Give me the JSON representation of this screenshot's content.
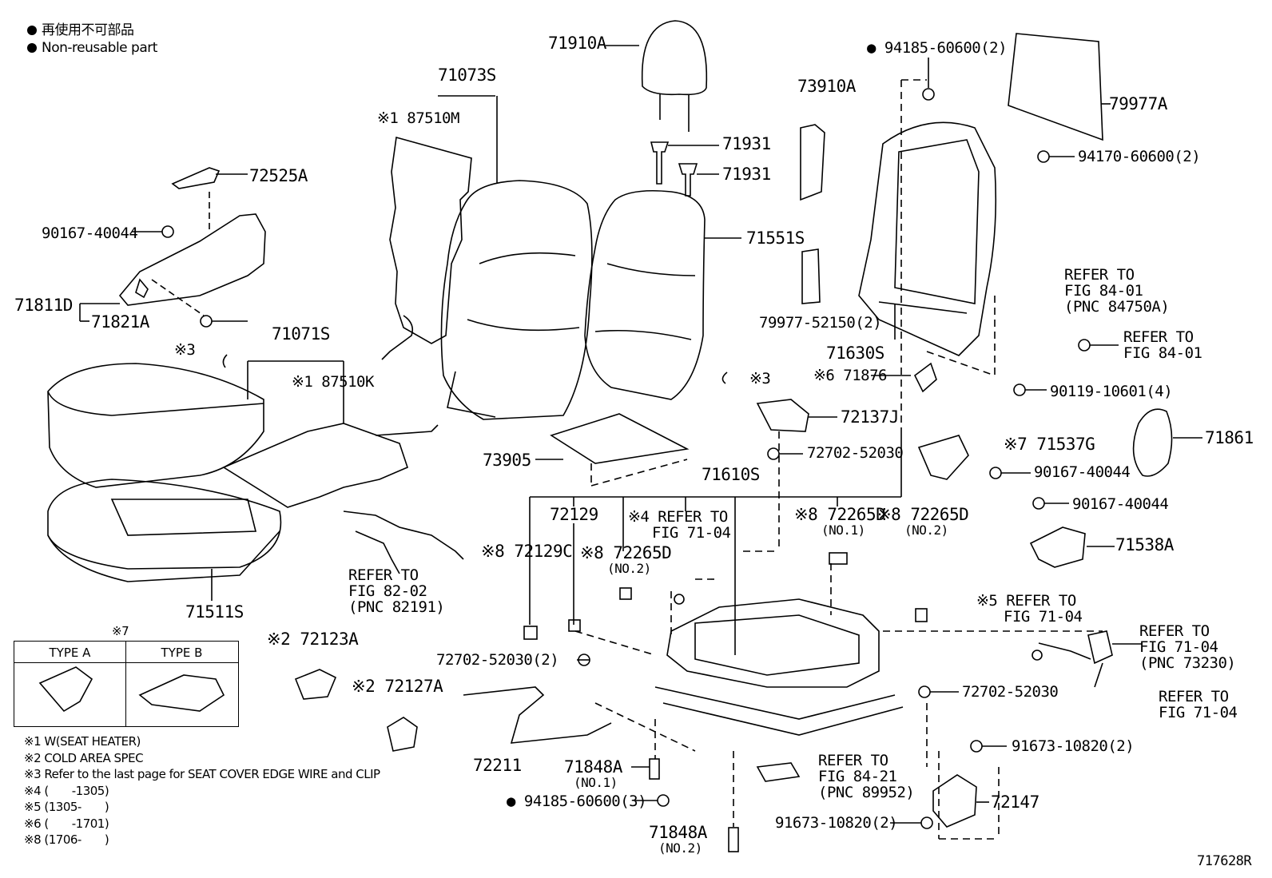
{
  "legend": {
    "japanese": "再使用不可部品",
    "english": "Non-reusable part"
  },
  "figure_id": "717628R",
  "callouts": {
    "c71910A": "71910A",
    "c71073S": "71073S",
    "c87510M": "※1 87510M",
    "c71931a": "71931",
    "c71931b": "71931",
    "c72525A": "72525A",
    "c90167_40044_a": "90167-40044",
    "c71811D": "71811D",
    "c71821A": "71821A",
    "c71071S": "71071S",
    "c87510K": "※1 87510K",
    "c_x3_a": "※3",
    "c_x3_b": "※3",
    "c71551S": "71551S",
    "c73905": "73905",
    "c71511S": "71511S",
    "c94185_60600_2": "● 94185-60600(2)",
    "c73910A": "73910A",
    "c79977A": "79977A",
    "c94170_60600_2": "94170-60600(2)",
    "c79977_52150_2": "79977-52150(2)",
    "c71630S": "71630S",
    "c71876": "※6 71876",
    "c_refer_84_01_a": [
      "REFER TO",
      "FIG 84-01",
      "(PNC 84750A)"
    ],
    "c_refer_84_01_b": [
      "REFER TO",
      "FIG 84-01"
    ],
    "c90119_10601_4": "90119-10601(4)",
    "c72137J": "72137J",
    "c72702_52030_a": "72702-52030",
    "c71537G": "※7 71537G",
    "c71861": "71861",
    "c90167_40044_b": "90167-40044",
    "c90167_40044_c": "90167-40044",
    "c71538A": "71538A",
    "c71610S": "71610S",
    "c72129": "72129",
    "c_refer_71_04_a": [
      "※4 REFER TO",
      "FIG 71-04"
    ],
    "c72265D_no1": [
      "※8 72265D",
      "(NO.1)"
    ],
    "c72265D_no2_b": [
      "※8 72265D",
      "(NO.2)"
    ],
    "c72129C": "※8 72129C",
    "c72265D_no2_a": [
      "※8 72265D",
      "(NO.2)"
    ],
    "c_refer_82_02": [
      "REFER TO",
      "FIG 82-02",
      "(PNC 82191)"
    ],
    "c_refer_71_04_b": [
      "※5 REFER TO",
      "FIG 71-04"
    ],
    "c_refer_71_04_c": [
      "REFER TO",
      "FIG 71-04",
      "(PNC 73230)"
    ],
    "c_refer_71_04_d": [
      "REFER TO",
      "FIG 71-04"
    ],
    "c72702_52030_2": "72702-52030(2)",
    "c72702_52030_b": "72702-52030",
    "c72123A": "※2 72123A",
    "c72127A": "※2 72127A",
    "c72211": "72211",
    "c71848A_no1": [
      "71848A",
      "(NO.1)"
    ],
    "c94185_60600_3": "● 94185-60600(3)",
    "c71848A_no2": [
      "71848A",
      "(NO.2)"
    ],
    "c_refer_84_21": [
      "REFER TO",
      "FIG 84-21",
      "(PNC 89952)"
    ],
    "c91673_10820_a": "91673-10820(2)",
    "c91673_10820_b": "91673-10820(2)",
    "c72147": "72147"
  },
  "type_box": {
    "title": "※7",
    "type_a": "TYPE A",
    "type_b": "TYPE B"
  },
  "notes": [
    "※1 W(SEAT HEATER)",
    "※2 COLD AREA SPEC",
    "※3 Refer to the last page for SEAT COVER EDGE WIRE and CLIP",
    "※4 (　　-1305)",
    "※5 (1305-　　)",
    "※6 (　　-1701)",
    "※8 (1706-　　)"
  ]
}
